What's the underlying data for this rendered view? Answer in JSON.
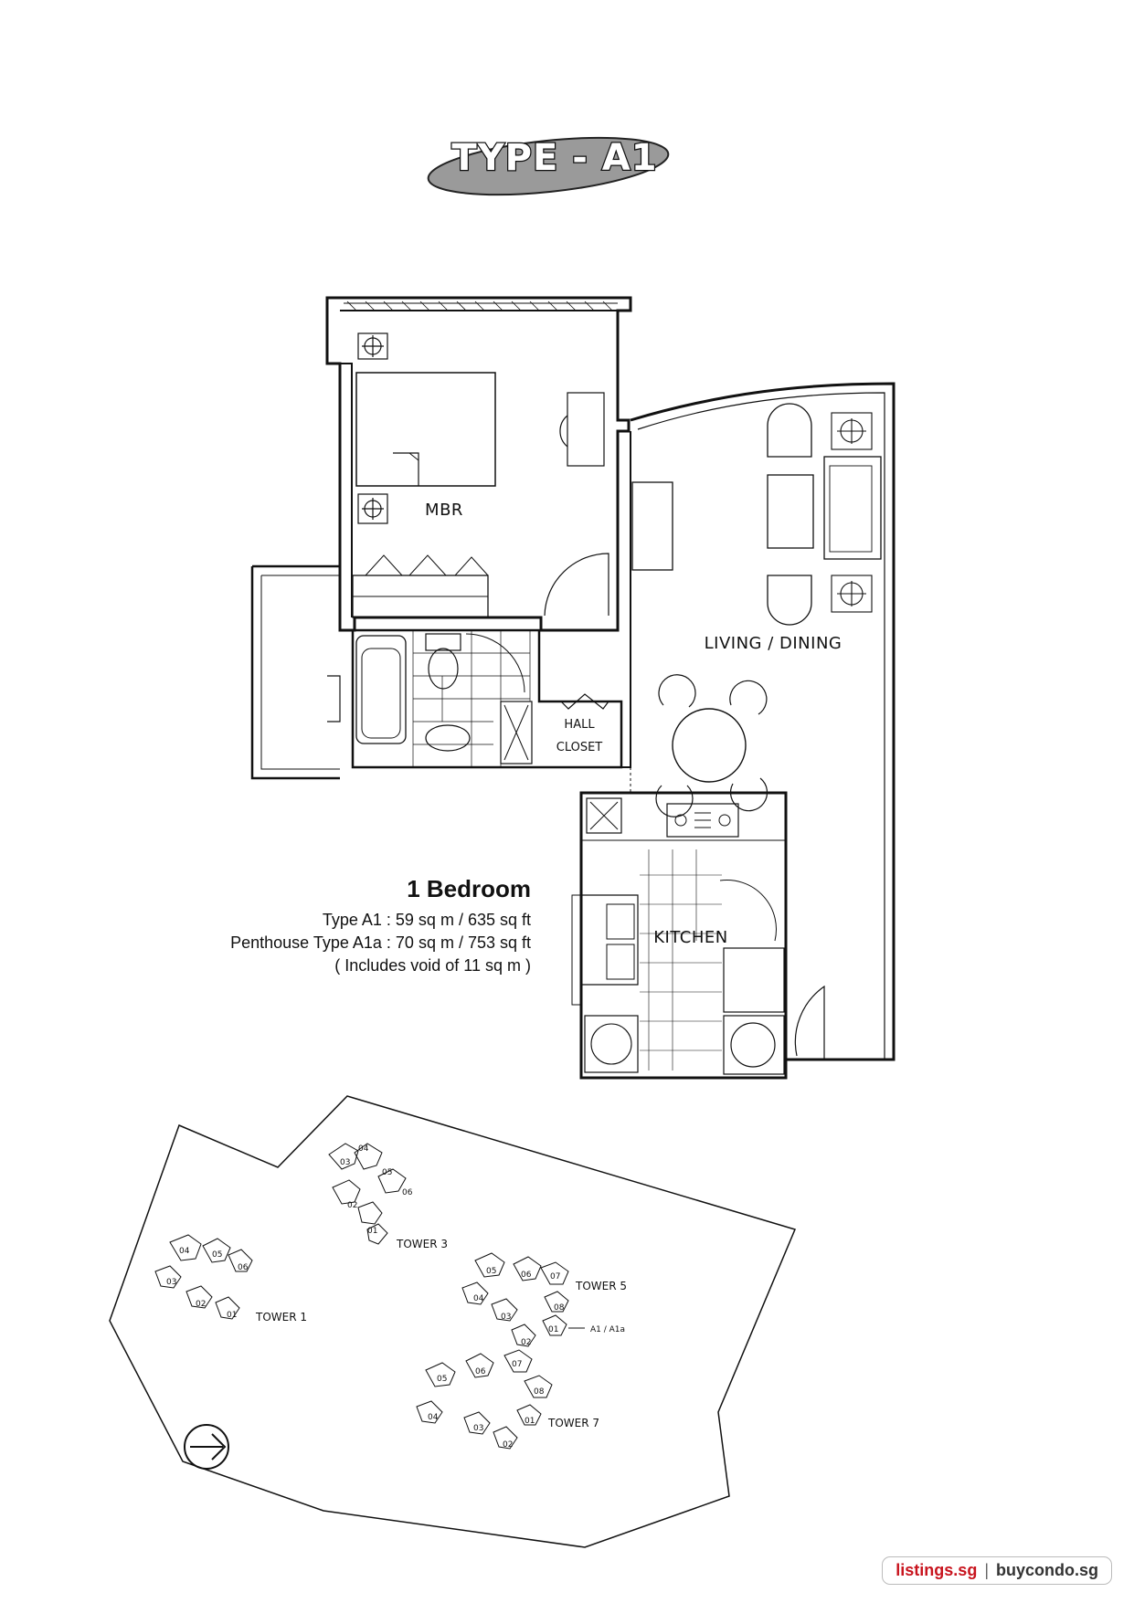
{
  "title": "TYPE - A1",
  "rooms": {
    "mbr": "MBR",
    "living": "LIVING / DINING",
    "hall": "HALL",
    "closet": "CLOSET",
    "kitchen": "KITCHEN"
  },
  "unit_info": {
    "heading": "1 Bedroom",
    "line1": "Type A1 : 59 sq m / 635 sq ft",
    "line2": "Penthouse Type A1a : 70 sq m / 753 sq ft",
    "line3": "( Includes void of 11 sq m )"
  },
  "site_plan": {
    "tower1": {
      "label": "TOWER 1",
      "units": [
        "04",
        "05",
        "06",
        "03",
        "02",
        "01"
      ]
    },
    "tower3": {
      "label": "TOWER 3",
      "units": [
        "04",
        "05",
        "03",
        "06",
        "02",
        "01"
      ]
    },
    "tower5": {
      "label": "TOWER 5",
      "units": [
        "05",
        "06",
        "07",
        "04",
        "08",
        "03",
        "01",
        "02"
      ]
    },
    "tower7": {
      "label": "TOWER 7",
      "units": [
        "05",
        "06",
        "07",
        "08",
        "04",
        "01",
        "03",
        "02"
      ]
    },
    "callout": "A1 / A1a"
  },
  "footer": {
    "left": "listings.sg",
    "separator": "|",
    "right": "buycondo.sg"
  }
}
